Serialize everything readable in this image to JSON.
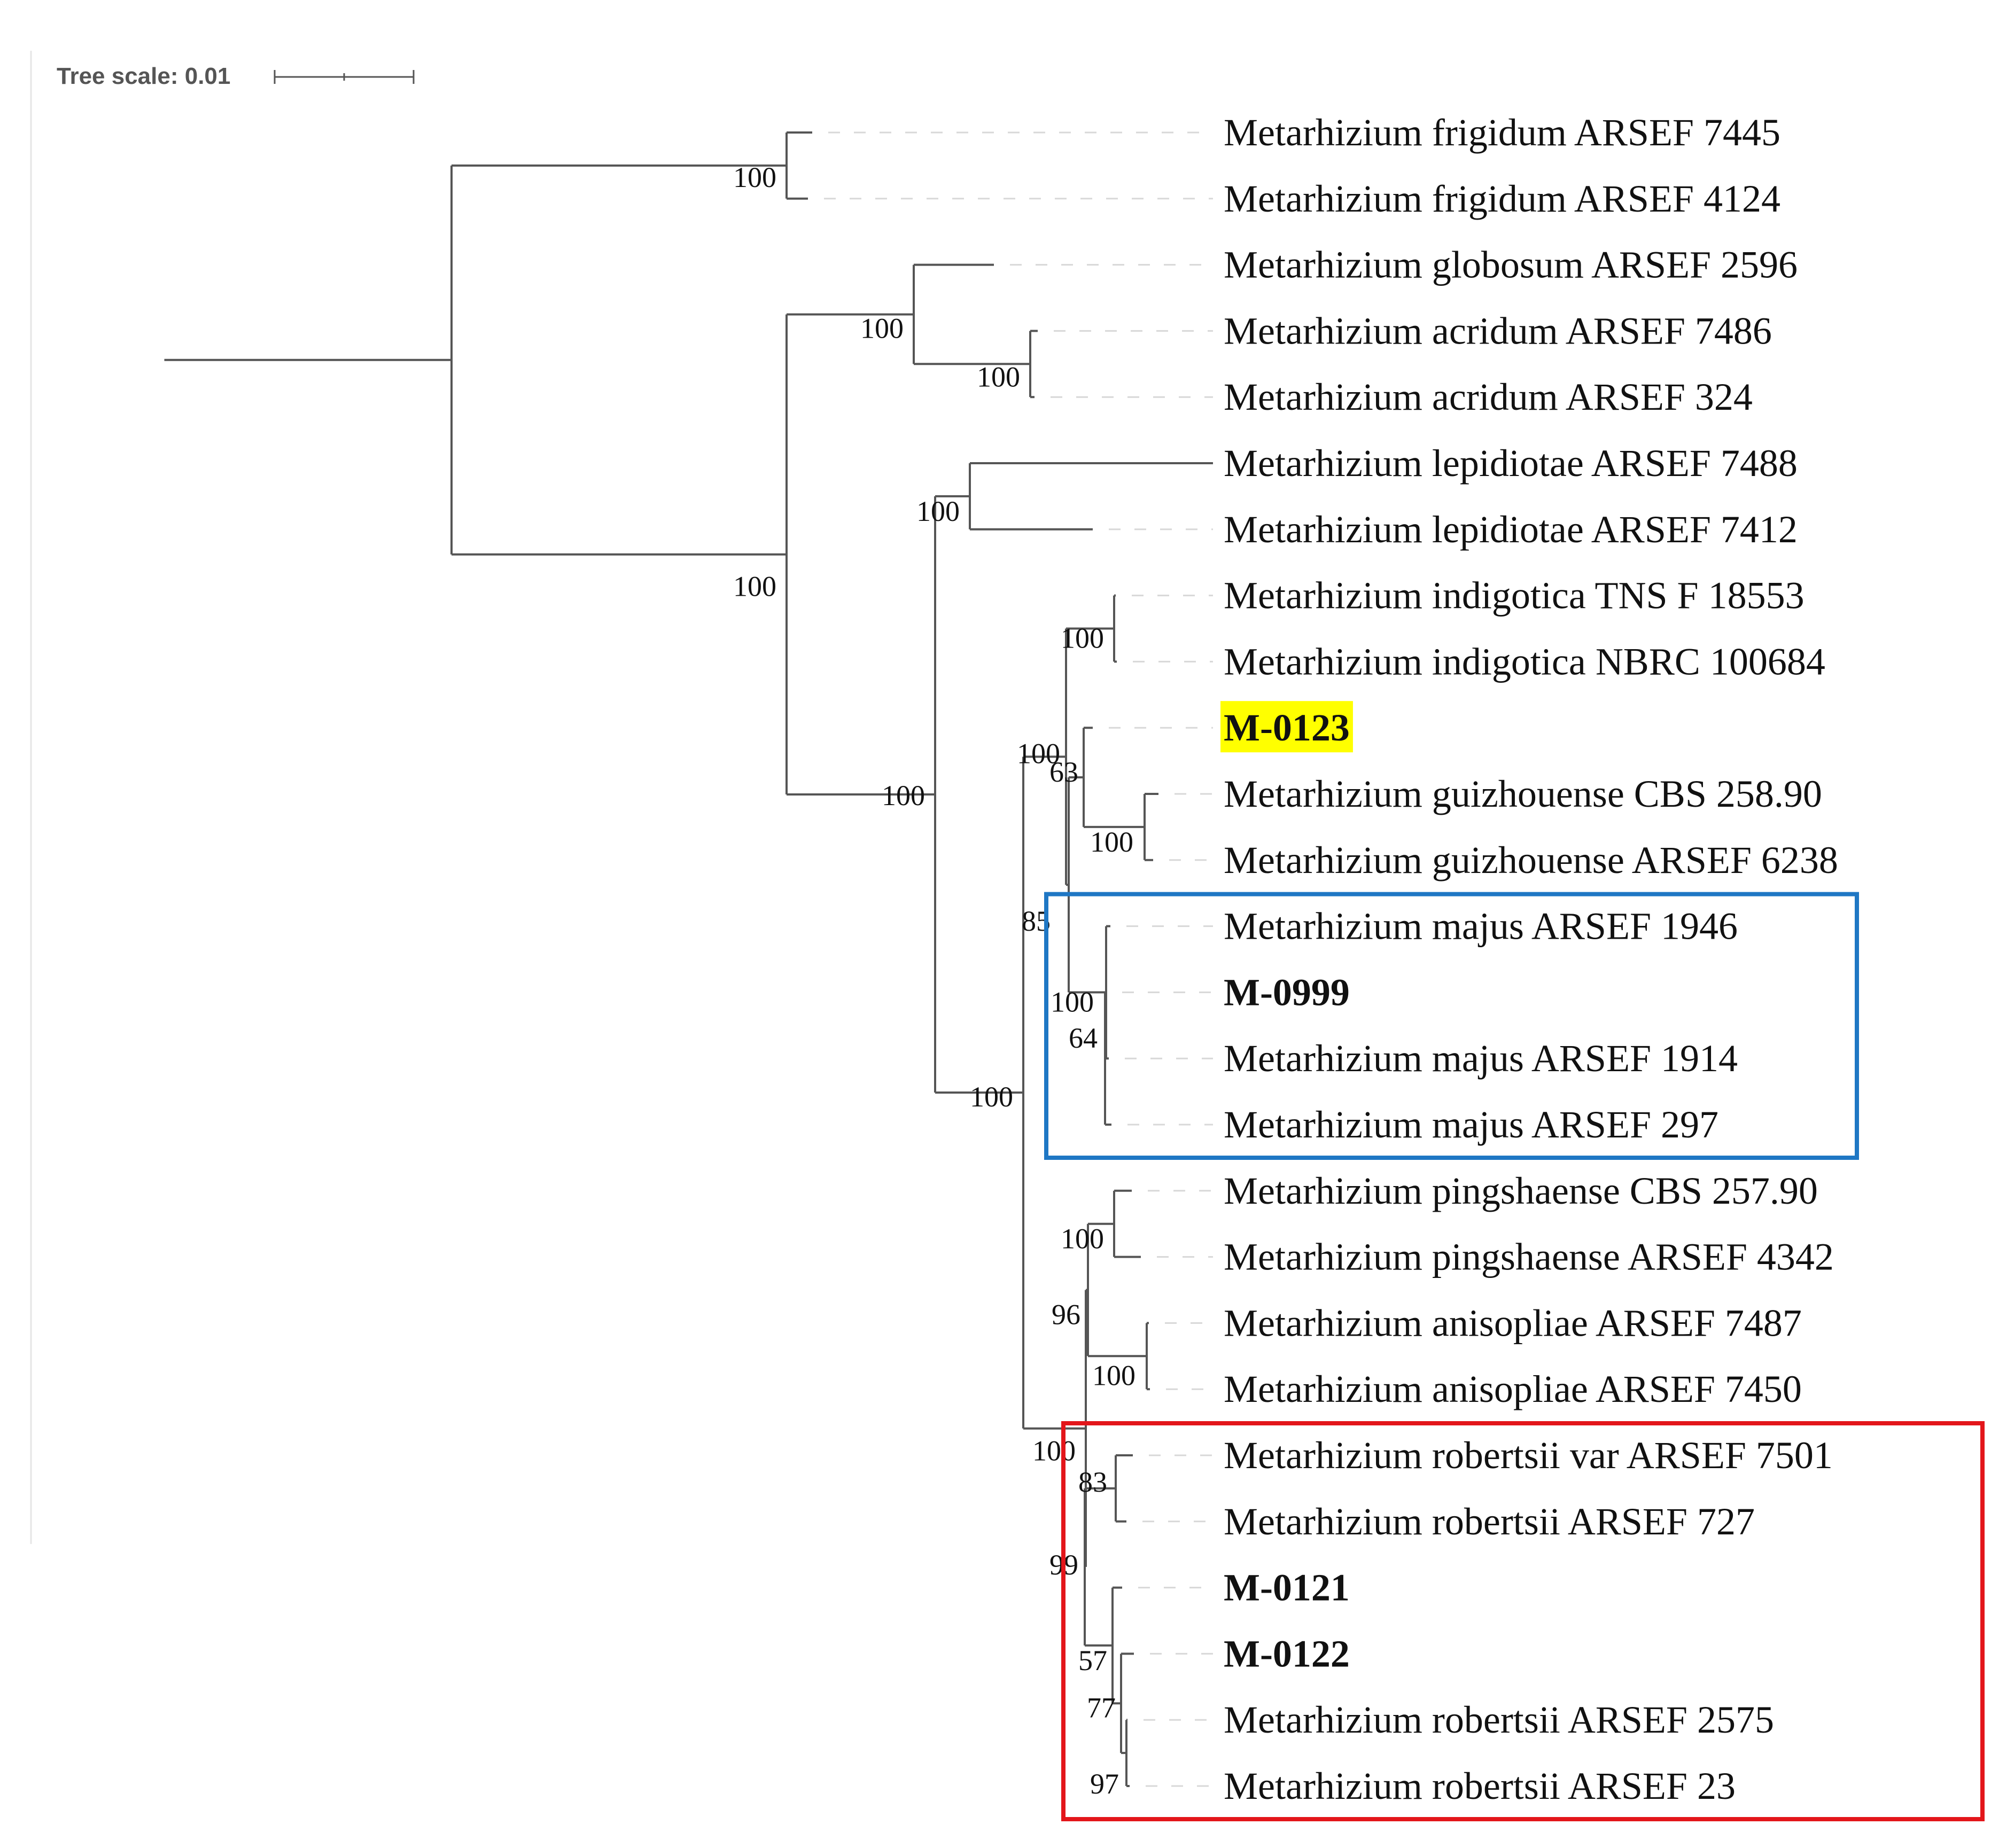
{
  "scale": {
    "label": "Tree scale: 0.01"
  },
  "colors": {
    "branch": "#555555",
    "highlight": "#ffff00",
    "majus_box": "#1f77c4",
    "robertsii_box": "#e3161b"
  },
  "taxa": [
    {
      "id": "t1",
      "label": "Metarhizium frigidum ARSEF 7445"
    },
    {
      "id": "t2",
      "label": "Metarhizium frigidum ARSEF 4124"
    },
    {
      "id": "t3",
      "label": "Metarhizium globosum ARSEF 2596"
    },
    {
      "id": "t4",
      "label": "Metarhizium acridum ARSEF 7486"
    },
    {
      "id": "t5",
      "label": "Metarhizium acridum ARSEF 324"
    },
    {
      "id": "t6",
      "label": "Metarhizium lepidiotae ARSEF 7488"
    },
    {
      "id": "t7",
      "label": "Metarhizium lepidiotae ARSEF 7412"
    },
    {
      "id": "t8",
      "label": "Metarhizium indigotica TNS F 18553"
    },
    {
      "id": "t9",
      "label": "Metarhizium indigotica NBRC 100684"
    },
    {
      "id": "t10",
      "label": "M-0123",
      "bold": true,
      "highlight": true
    },
    {
      "id": "t11",
      "label": "Metarhizium guizhouense CBS 258.90"
    },
    {
      "id": "t12",
      "label": "Metarhizium guizhouense ARSEF 6238"
    },
    {
      "id": "t13",
      "label": "Metarhizium majus ARSEF 1946"
    },
    {
      "id": "t14",
      "label": "M-0999",
      "bold": true
    },
    {
      "id": "t15",
      "label": "Metarhizium majus ARSEF 1914"
    },
    {
      "id": "t16",
      "label": "Metarhizium majus ARSEF 297"
    },
    {
      "id": "t17",
      "label": "Metarhizium pingshaense CBS 257.90"
    },
    {
      "id": "t18",
      "label": "Metarhizium pingshaense ARSEF 4342"
    },
    {
      "id": "t19",
      "label": "Metarhizium anisopliae ARSEF 7487"
    },
    {
      "id": "t20",
      "label": "Metarhizium anisopliae ARSEF 7450"
    },
    {
      "id": "t21",
      "label": "Metarhizium robertsii var ARSEF 7501"
    },
    {
      "id": "t22",
      "label": "Metarhizium robertsii ARSEF 727"
    },
    {
      "id": "t23",
      "label": "M-0121",
      "bold": true
    },
    {
      "id": "t24",
      "label": "M-0122",
      "bold": true
    },
    {
      "id": "t25",
      "label": "Metarhizium robertsii ARSEF 2575"
    },
    {
      "id": "t26",
      "label": "Metarhizium robertsii ARSEF 23"
    }
  ],
  "clades": [
    {
      "id": "frigidum",
      "children": [
        "t1",
        "t2"
      ],
      "support": "100"
    },
    {
      "id": "acridum",
      "children": [
        "t4",
        "t5"
      ],
      "support": "100"
    },
    {
      "id": "glob_acr",
      "children": [
        "t3",
        "acridum"
      ],
      "support": "100"
    },
    {
      "id": "lepid",
      "children": [
        "t6",
        "t7"
      ],
      "support": "100"
    },
    {
      "id": "indig",
      "children": [
        "t8",
        "t9"
      ],
      "support": "100"
    },
    {
      "id": "guiz",
      "children": [
        "t11",
        "t12"
      ],
      "support": "100"
    },
    {
      "id": "m0123_guiz",
      "children": [
        "t10",
        "guiz"
      ],
      "support": "63"
    },
    {
      "id": "majus_inner",
      "children": [
        "t14",
        "t15",
        "t16"
      ],
      "support": "64"
    },
    {
      "id": "majus",
      "children": [
        "t13",
        "majus_inner"
      ],
      "support": "100"
    },
    {
      "id": "guiz_majus",
      "children": [
        "m0123_guiz",
        "majus"
      ],
      "support": "85"
    },
    {
      "id": "indig_group",
      "children": [
        "indig",
        "guiz_majus"
      ],
      "support": "100"
    },
    {
      "id": "ping",
      "children": [
        "t17",
        "t18"
      ],
      "support": "100"
    },
    {
      "id": "aniso",
      "children": [
        "t19",
        "t20"
      ],
      "support": "100"
    },
    {
      "id": "ping_aniso",
      "children": [
        "ping",
        "aniso"
      ],
      "support": "96"
    },
    {
      "id": "rob_top",
      "children": [
        "t21",
        "t22"
      ],
      "support": "83"
    },
    {
      "id": "rob_deep",
      "children": [
        "t25",
        "t26"
      ],
      "support": "97"
    },
    {
      "id": "rob_77",
      "children": [
        "t24",
        "rob_deep"
      ],
      "support": "77"
    },
    {
      "id": "rob_57",
      "children": [
        "t23",
        "rob_77"
      ],
      "support": "57"
    },
    {
      "id": "robertsii",
      "children": [
        "rob_top",
        "rob_57"
      ],
      "support": "99"
    },
    {
      "id": "aniso_group",
      "children": [
        "ping_aniso",
        "robertsii"
      ],
      "support": "100"
    },
    {
      "id": "pa_group",
      "children": [
        "indig_group",
        "aniso_group"
      ],
      "support": "100"
    },
    {
      "id": "lepid_group",
      "children": [
        "lepid",
        "pa_group"
      ],
      "support": "100"
    },
    {
      "id": "main",
      "children": [
        "glob_acr",
        "lepid_group"
      ],
      "support": "100"
    },
    {
      "id": "root",
      "children": [
        "frigidum",
        "main"
      ],
      "support": ""
    }
  ],
  "boxes": [
    {
      "id": "majus-box",
      "taxa": [
        "t13",
        "t14",
        "t15",
        "t16"
      ],
      "color": "#1f77c4"
    },
    {
      "id": "robertsii-box",
      "taxa": [
        "t21",
        "t22",
        "t23",
        "t24",
        "t25",
        "t26"
      ],
      "color": "#e3161b"
    }
  ]
}
